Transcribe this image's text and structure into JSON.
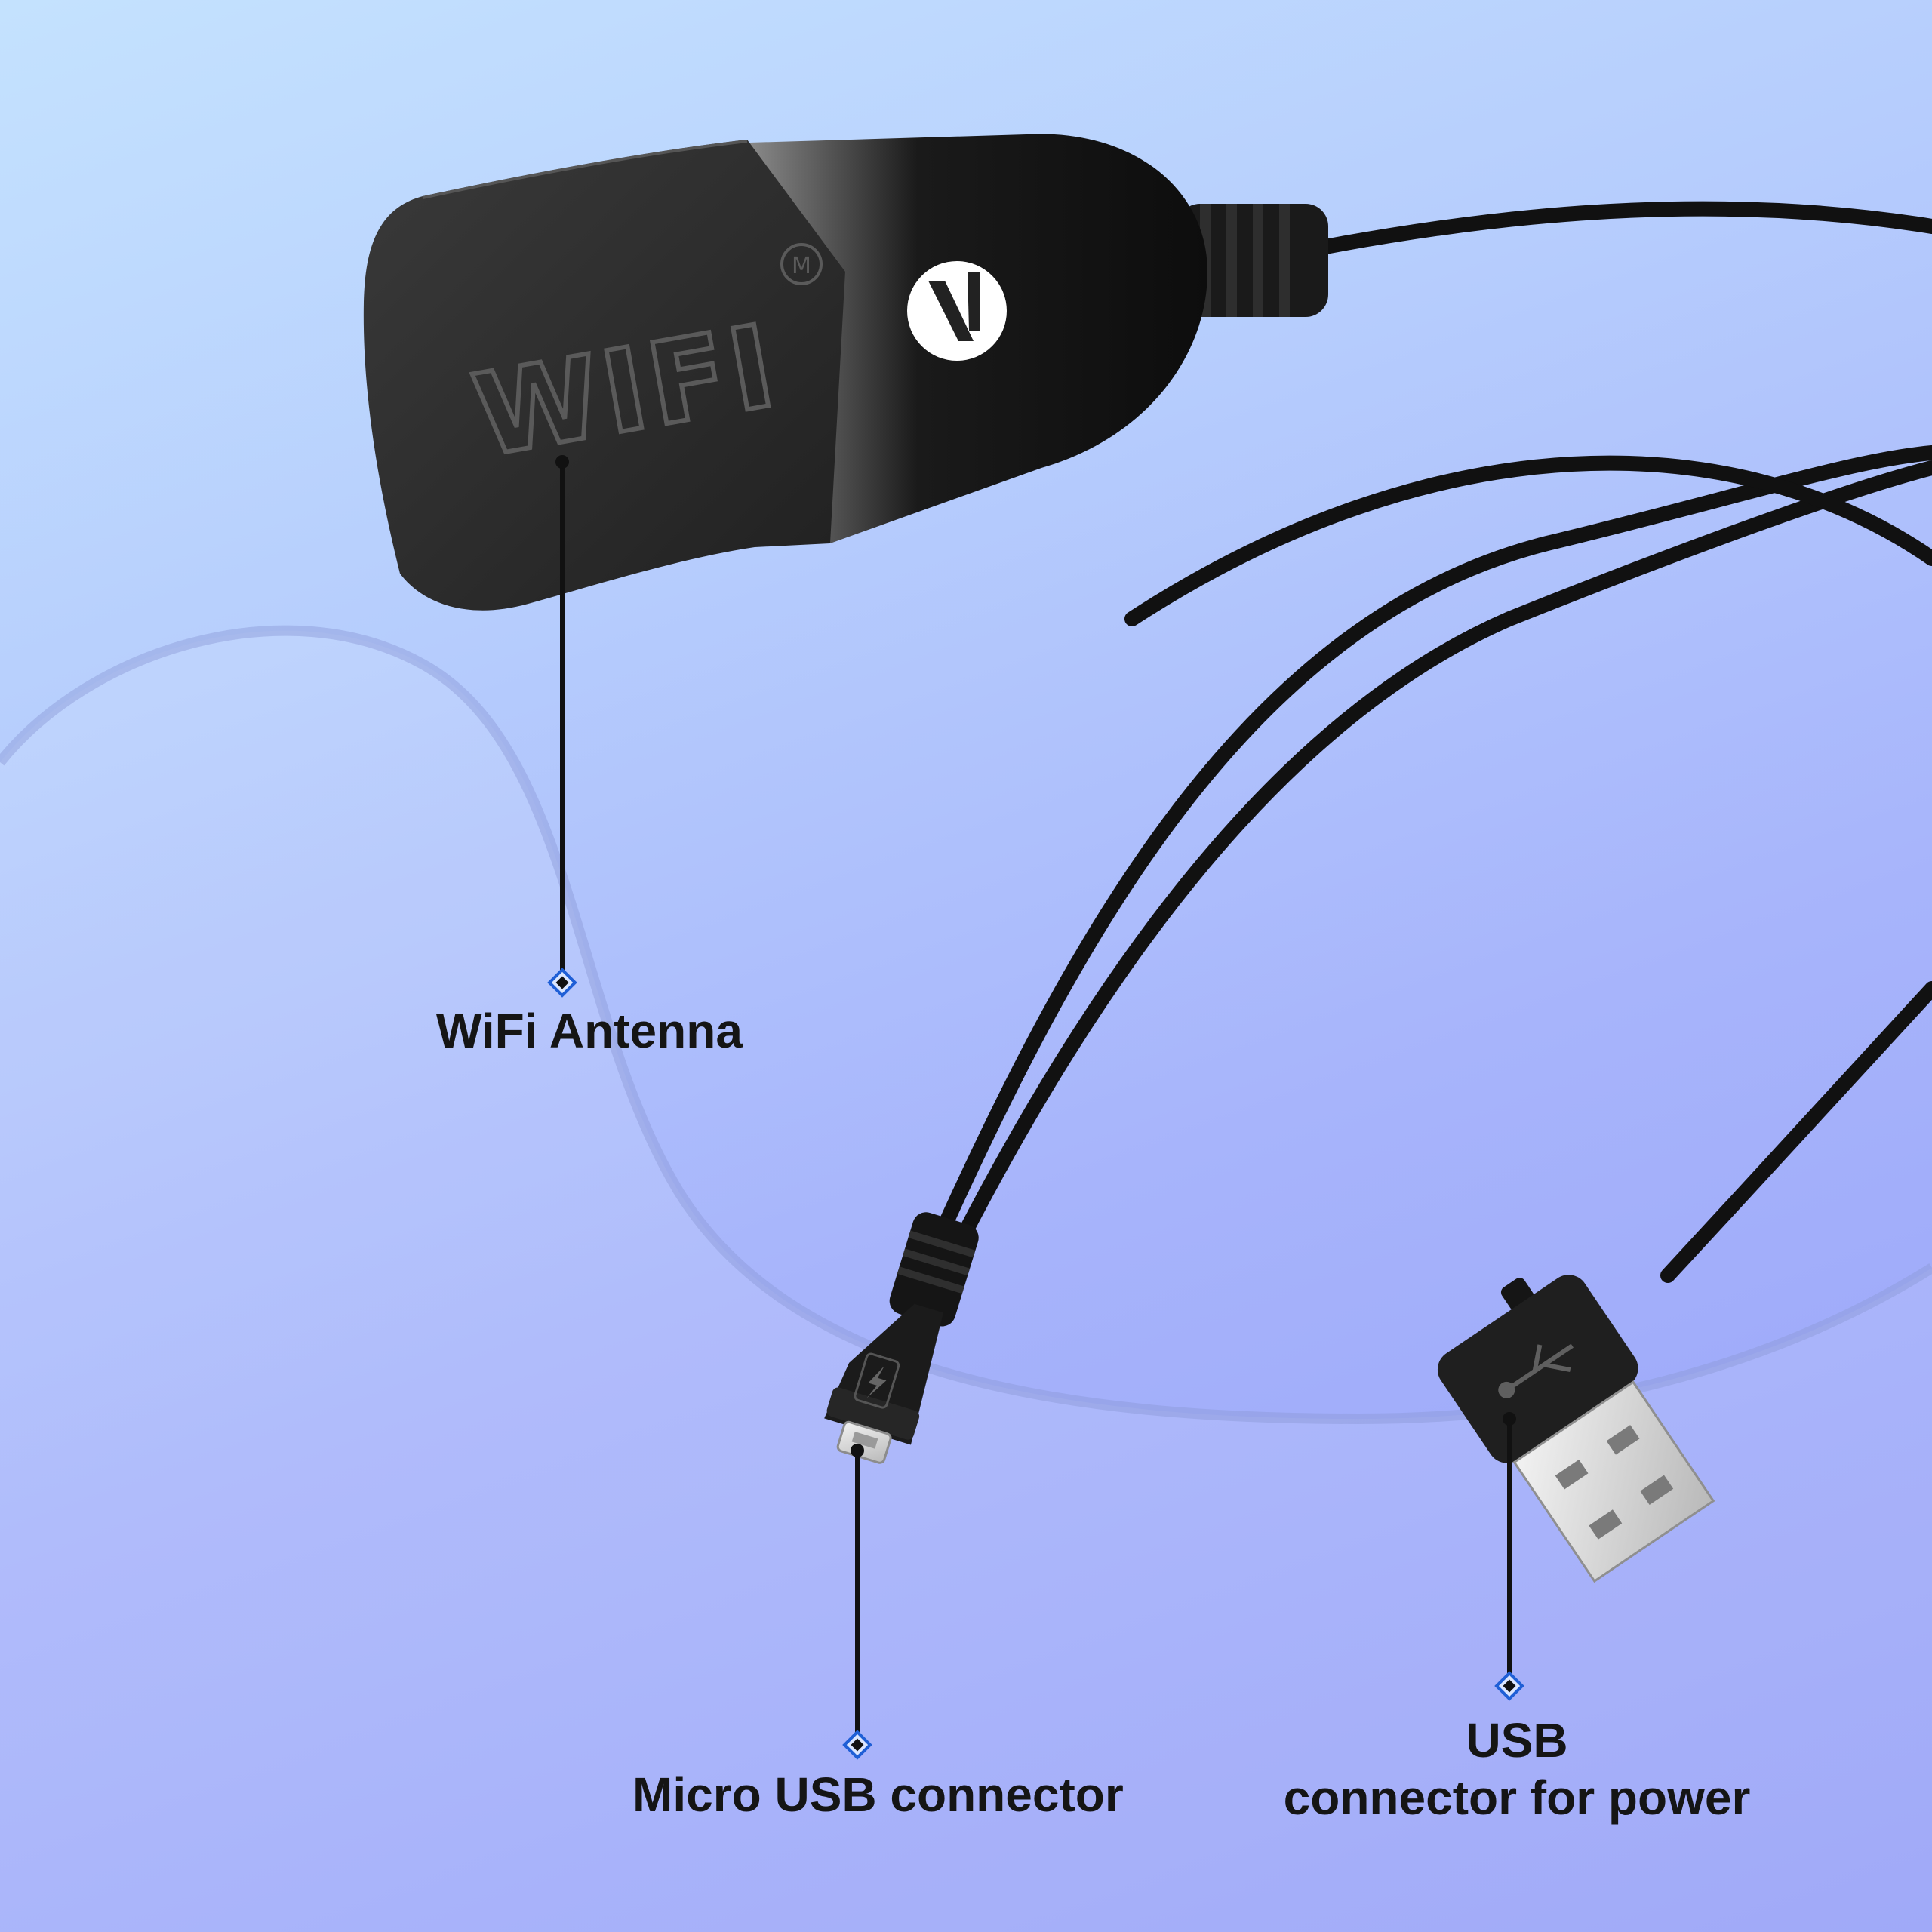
{
  "device": {
    "logo_text": "WIFI",
    "mark": "M"
  },
  "callouts": {
    "wifi_antenna": "WiFi Antenna",
    "micro_usb": "Micro USB connector",
    "usb_power_line1": "USB",
    "usb_power_line2": "connector for power"
  },
  "colors": {
    "accent": "#1f5fd6",
    "background_top": "#c4e2fe",
    "background_bottom": "#96a0f8",
    "device_body": "#2b2b2b",
    "cable": "#111111"
  },
  "icons": [
    "brand-logo-icon",
    "usb-trident-icon",
    "charge-bolt-icon"
  ]
}
